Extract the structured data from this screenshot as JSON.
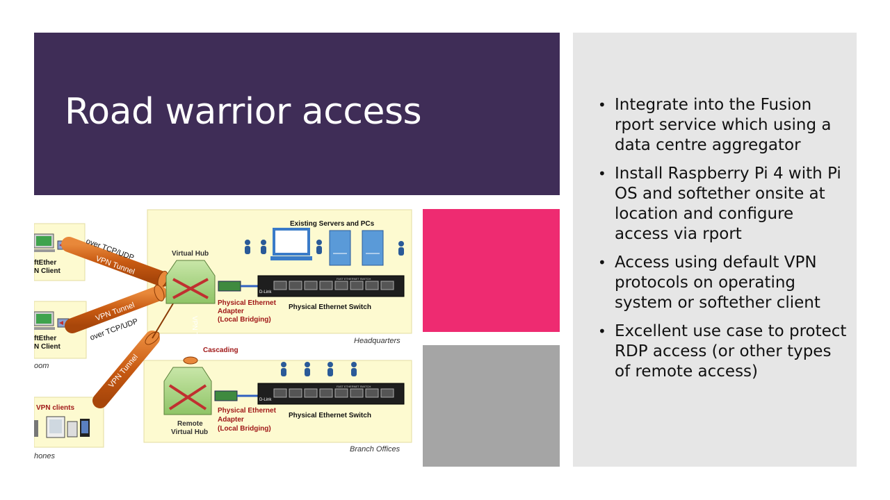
{
  "slide": {
    "title": "Road warrior access",
    "bullets": [
      "Integrate into the Fusion rport service which using a data centre aggregator",
      "Install Raspberry Pi 4 with Pi OS and softether onsite at location and configure access via rport",
      "Access using default VPN protocols on operating system or softether client",
      "Excellent use case to protect RDP access (or other types of remote access)"
    ],
    "colors": {
      "title_bg": "#3f2d57",
      "accent_pink": "#ee2b71",
      "accent_gray": "#a5a5a5",
      "panel_bg": "#e6e6e6"
    }
  },
  "diagram": {
    "existing_servers": "Existing Servers and PCs",
    "virtual_hub": "Virtual Hub",
    "remote_hub_1": "Remote",
    "remote_hub_2": "Virtual Hub",
    "adapter_hq_1": "Physical Ethernet",
    "adapter_hq_2": "Adapter",
    "adapter_hq_3": "(Local Bridging)",
    "adapter_br_1": "Physical Ethernet",
    "adapter_br_2": "Adapter",
    "adapter_br_3": "(Local Bridging)",
    "switch_hq": "Physical Ethernet Switch",
    "switch_br": "Physical Ethernet Switch",
    "headquarters": "Headquarters",
    "branch_offices": "Branch Offices",
    "cascading": "Cascading",
    "over_tcp_1": "over TCP/UDP",
    "over_tcp_2": "over TCP/UDP",
    "vpn_tunnel_1": "VPN Tunnel",
    "vpn_tunnel_2": "VPN Tunnel",
    "vpn_tunnel_3": "VPN Tunnel",
    "vpn_tunnel_4": "VPN Tunnel",
    "client1_a": "ftEther",
    "client1_b": "N Client",
    "client2_a": "ftEther",
    "client2_b": "N Client",
    "room_label": "oom",
    "vpn_clients": "VPN clients",
    "phones_label": "hones",
    "brand": "D-Link",
    "switch_caption": "FAST ETHERNET SWITCH"
  }
}
